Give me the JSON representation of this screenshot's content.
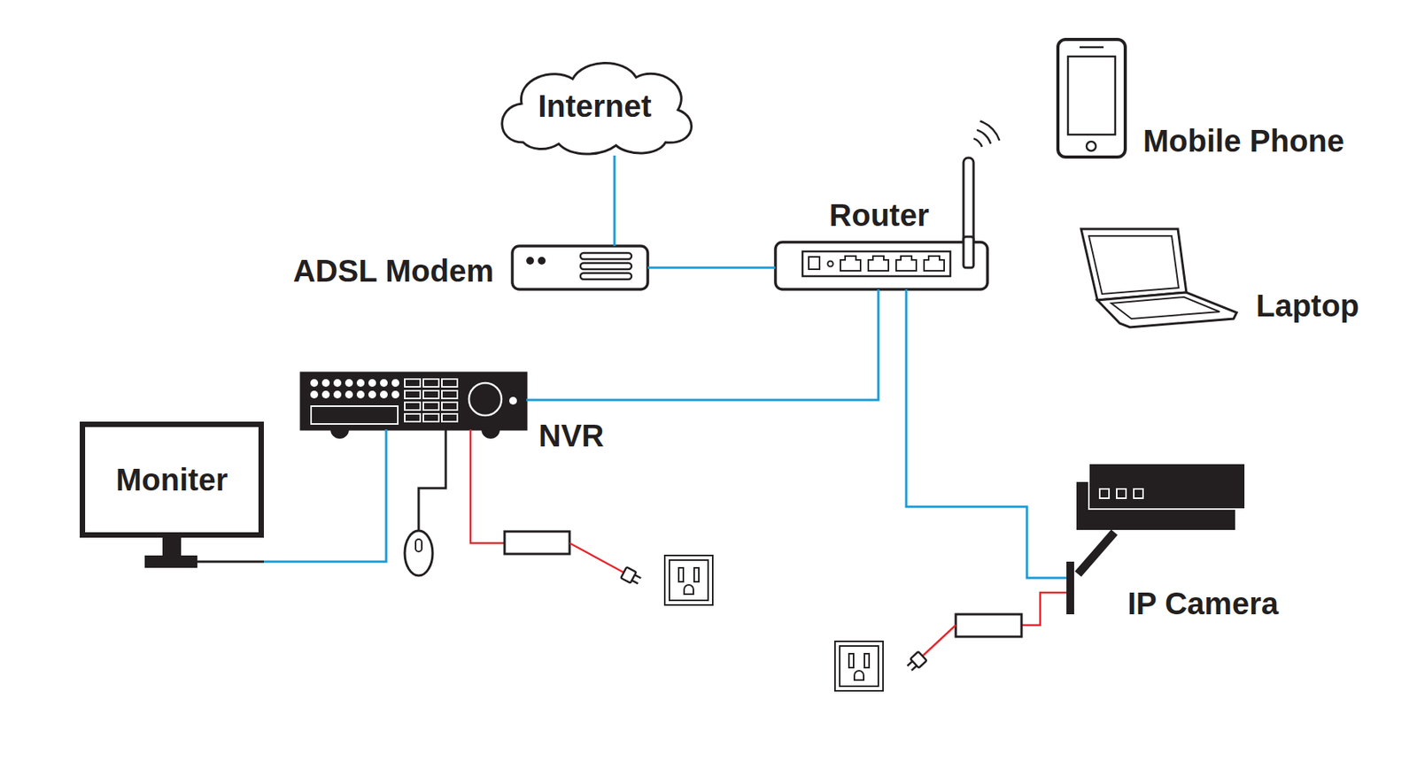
{
  "diagram": {
    "nodes": [
      {
        "text": [
          "Internet"
        ]
      },
      {
        "text": [
          "Mobile Phone"
        ]
      },
      {
        "text": [
          "Router"
        ]
      },
      {
        "text": [
          "ADSL Modem"
        ]
      },
      {
        "text": [
          "Laptop"
        ]
      },
      {
        "text": [
          "NVR"
        ]
      },
      {
        "text": [
          "Moniter"
        ]
      },
      {
        "text": [
          "IP Camera"
        ]
      }
    ],
    "edges": [
      {
        "from": 0,
        "to": 3,
        "arrow": "none"
      },
      {
        "from": 3,
        "to": 2,
        "arrow": "none"
      },
      {
        "from": 2,
        "to": 5,
        "arrow": "none"
      },
      {
        "from": 2,
        "to": 7,
        "arrow": "none"
      },
      {
        "from": 5,
        "to": 6,
        "arrow": "none"
      }
    ]
  }
}
